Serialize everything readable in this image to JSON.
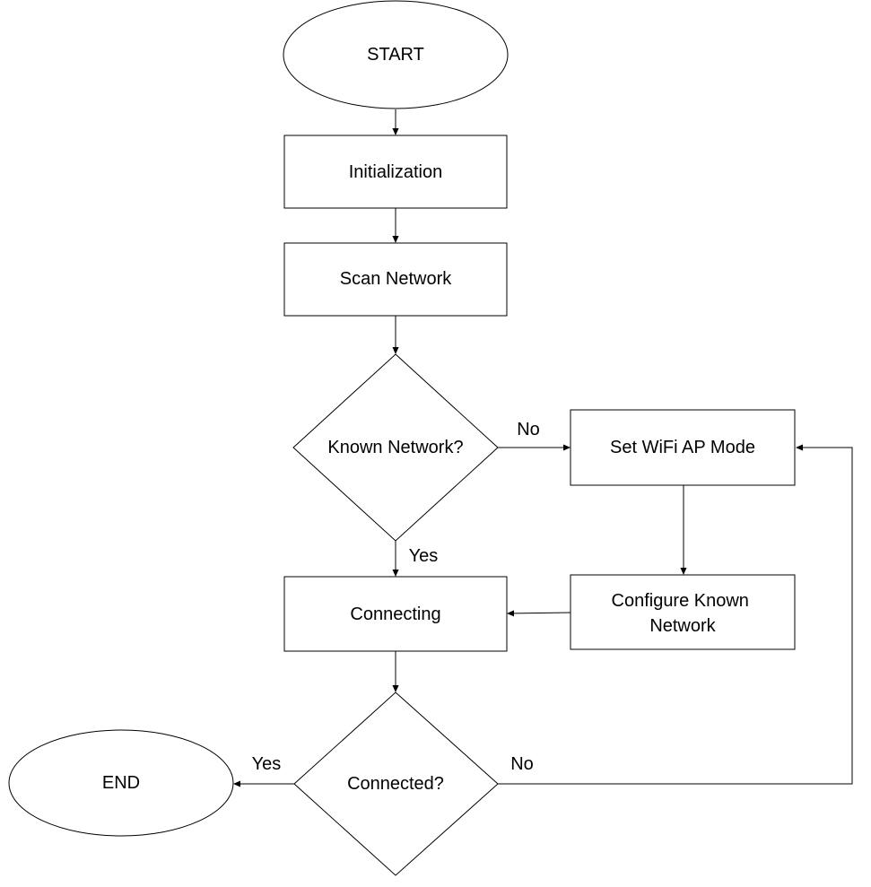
{
  "diagram": {
    "nodes": {
      "start": "START",
      "initialization": "Initialization",
      "scan_network": "Scan Network",
      "known_network": "Known Network?",
      "set_wifi_ap_mode": "Set WiFi AP Mode",
      "configure_known_network": [
        "Configure Known",
        "Network"
      ],
      "connecting": "Connecting",
      "connected": "Connected?",
      "end": "END"
    },
    "edge_labels": {
      "known_no": "No",
      "known_yes": "Yes",
      "connected_yes": "Yes",
      "connected_no": "No"
    }
  }
}
